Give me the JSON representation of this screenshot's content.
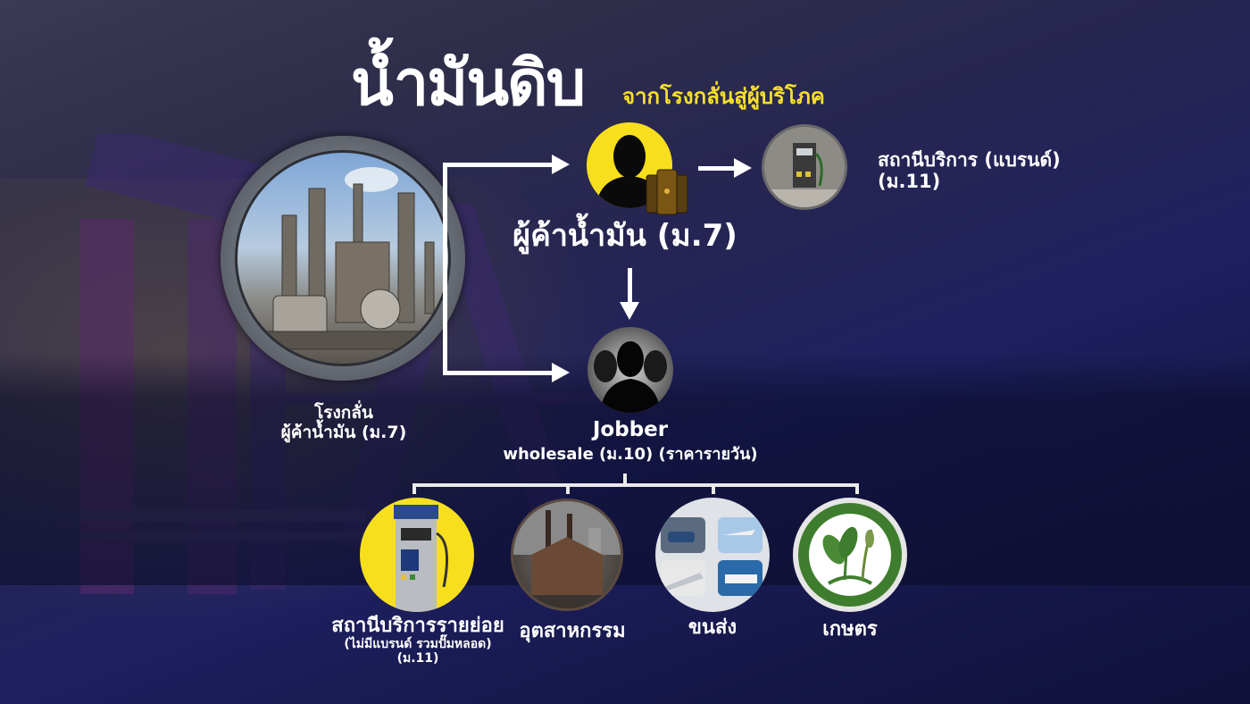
{
  "header": {
    "title": "น้ำมันดิบ",
    "subtitle": "จากโรงกลั่นสู่ผู้บริโภค"
  },
  "colors": {
    "title": "#ffffff",
    "subtitle": "#f6e02a",
    "background": "#1e2060",
    "accent_yellow": "#f7df1e",
    "agri_green": "#3f7d2e"
  },
  "nodes": {
    "refinery": {
      "icon": "refinery-image",
      "label_line1": "โรงกลั่น",
      "label_line2": "ผู้ค้าน้ำมัน (ม.7)"
    },
    "trader": {
      "icon": "trader-silhouette-with-oil-barrels",
      "label": "ผู้ค้าน้ำมัน (ม.7)"
    },
    "branded_station": {
      "icon": "fuel-pump-image",
      "label_line1": "สถานีบริการ (แบรนด์)",
      "label_line2": "(ม.11)"
    },
    "jobber": {
      "icon": "group-silhouette",
      "label_line1": "Jobber",
      "label_line2": "wholesale (ม.10) (ราคารายวัน)"
    }
  },
  "consumers": [
    {
      "icon": "gas-pump-yellow",
      "label_line1": "สถานีบริการรายย่อย",
      "label_line2": "(ไม่มีแบรนด์ รวมปั๊มหลอด)",
      "label_line3": "(ม.11)"
    },
    {
      "icon": "factory-image",
      "label_line1": "อุตสาหกรรม"
    },
    {
      "icon": "transport-grid",
      "label_line1": "ขนส่ง"
    },
    {
      "icon": "agriculture-logo",
      "label_line1": "เกษตร"
    }
  ]
}
